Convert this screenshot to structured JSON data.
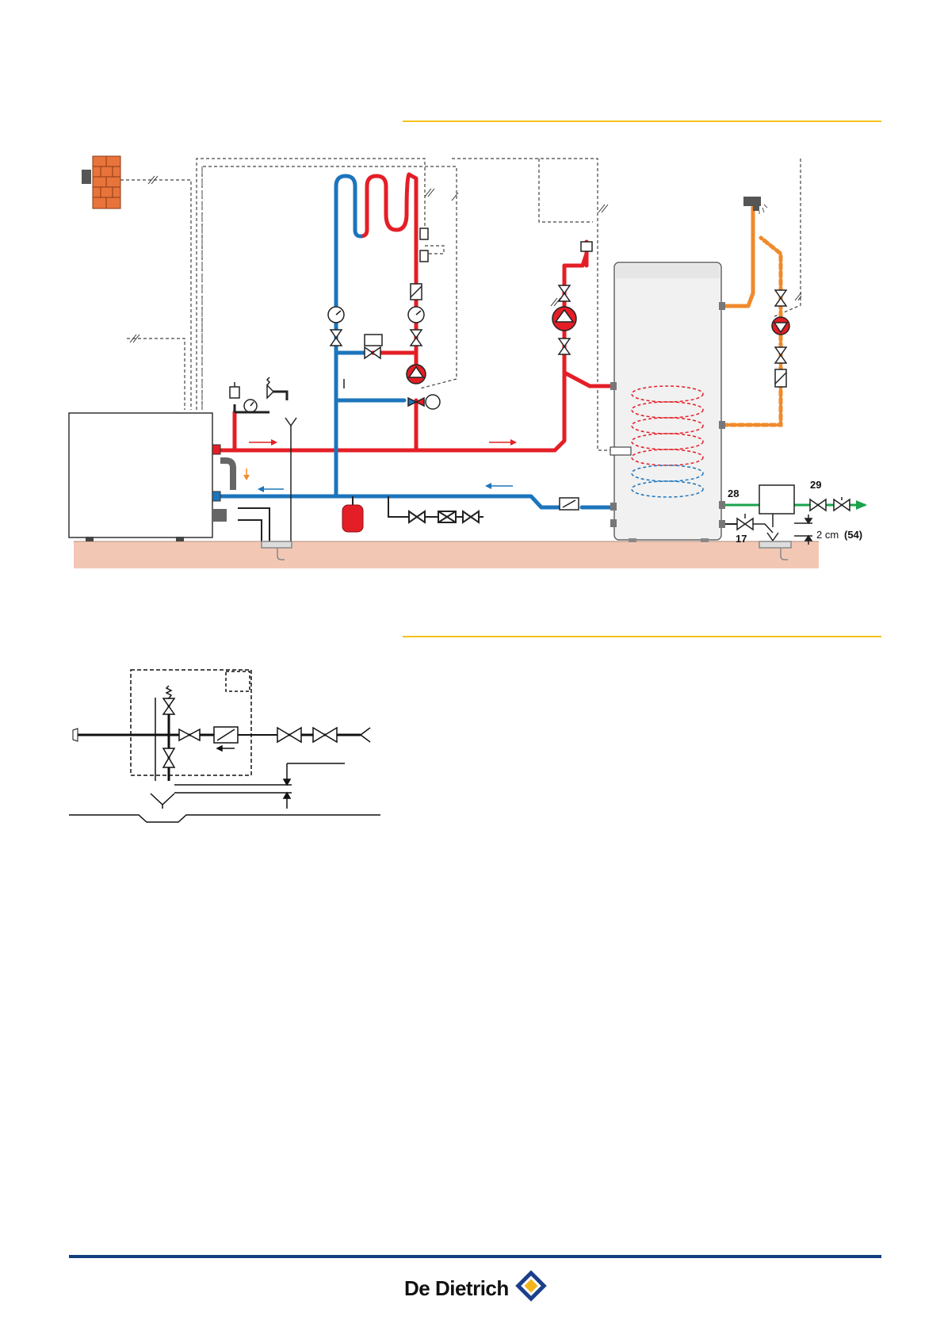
{
  "diagram": {
    "labels": {
      "l28": "28",
      "l29": "29",
      "l17": "17",
      "gap": "2 cm",
      "gap_ref": "(54)"
    }
  },
  "footer": {
    "brand": "De Dietrich",
    "logo_colors": [
      "#1b3f8b",
      "#f2b51b"
    ]
  },
  "colors": {
    "hot": "#e41e26",
    "cold": "#1c75bc",
    "dhw": "#f08a2c",
    "cold_water": "#1aa34a",
    "floor": "#f2c8b5",
    "brick": "#e8743b",
    "accent_rule": "#f3c11a",
    "footer_rule": "#123f80"
  }
}
